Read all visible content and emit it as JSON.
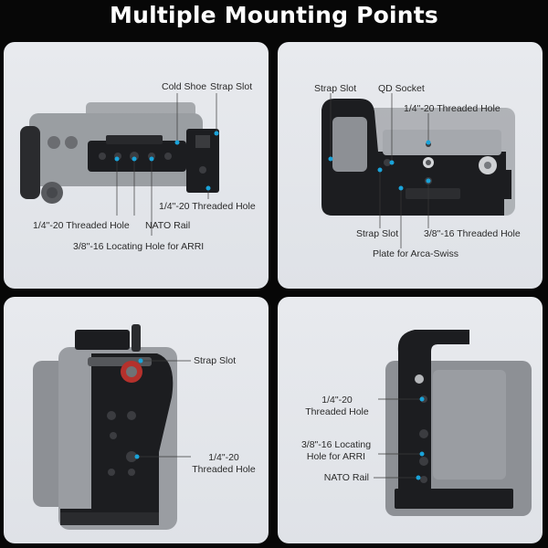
{
  "title": "Multiple Mounting Points",
  "panels": [
    {
      "labels": {
        "cold_shoe": "Cold Shoe",
        "strap_slot": "Strap Slot",
        "threaded_hole_right": "1/4\"-20 Threaded Hole",
        "threaded_hole_left": "1/4\"-20 Threaded Hole",
        "nato_rail": "NATO Rail",
        "locating_hole": "3/8\"-16 Locating Hole for ARRI"
      }
    },
    {
      "labels": {
        "strap_slot_top": "Strap Slot",
        "qd_socket": "QD Socket",
        "threaded_hole": "1/4\"-20 Threaded Hole",
        "strap_slot_bottom": "Strap Slot",
        "threaded_hole_38": "3/8\"-16 Threaded Hole",
        "arca_plate": "Plate for Arca-Swiss"
      }
    },
    {
      "labels": {
        "strap_slot": "Strap Slot",
        "threaded_hole_l1": "1/4\"-20",
        "threaded_hole_l2": "Threaded Hole"
      }
    },
    {
      "labels": {
        "threaded_hole_l1": "1/4\"-20",
        "threaded_hole_l2": "Threaded Hole",
        "locating_l1": "3/8\"-16 Locating",
        "locating_l2": "Hole for ARRI",
        "nato_rail": "NATO Rail"
      }
    }
  ],
  "colors": {
    "background": "#070707",
    "panel": "#e4e7eb",
    "cage": "#1c1d20",
    "camera": "#8c8f94",
    "leader": "#3a3a3a",
    "accent_dot": "#1aa3d9",
    "knob_red": "#b5312c"
  }
}
